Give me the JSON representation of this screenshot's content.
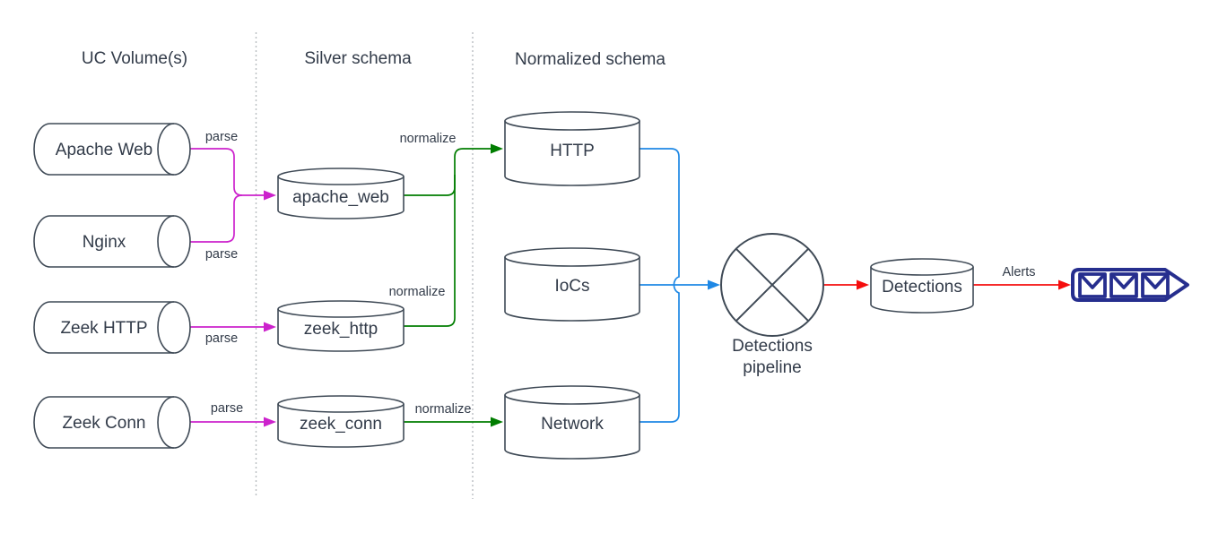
{
  "headers": {
    "sources": "UC Volume(s)",
    "silver": "Silver schema",
    "normalized": "Normalized schema"
  },
  "sources": {
    "apache": "Apache Web",
    "nginx": "Nginx",
    "zeek_http": "Zeek HTTP",
    "zeek_conn": "Zeek Conn"
  },
  "silver_tables": {
    "apache_web": "apache_web",
    "zeek_http": "zeek_http",
    "zeek_conn": "zeek_conn"
  },
  "normalized_tables": {
    "http": "HTTP",
    "iocs": "IoCs",
    "network": "Network"
  },
  "pipeline": {
    "line1": "Detections",
    "line2": "pipeline"
  },
  "stores": {
    "detections": "Detections"
  },
  "edge_labels": {
    "parse": "parse",
    "normalize": "normalize",
    "alerts": "Alerts"
  },
  "icons": {
    "alerts": "triple-envelope-notification-icon"
  },
  "edges": [
    {
      "from": "Apache Web",
      "to": "apache_web",
      "label": "parse",
      "color": "magenta"
    },
    {
      "from": "Nginx",
      "to": "apache_web",
      "label": "parse",
      "color": "magenta"
    },
    {
      "from": "Zeek HTTP",
      "to": "zeek_http",
      "label": "parse",
      "color": "magenta"
    },
    {
      "from": "Zeek Conn",
      "to": "zeek_conn",
      "label": "parse",
      "color": "magenta"
    },
    {
      "from": "apache_web",
      "to": "HTTP",
      "label": "normalize",
      "color": "green"
    },
    {
      "from": "zeek_http",
      "to": "HTTP",
      "label": "normalize",
      "color": "green"
    },
    {
      "from": "zeek_conn",
      "to": "Network",
      "label": "normalize",
      "color": "green"
    },
    {
      "from": "HTTP",
      "to": "Detections pipeline",
      "label": "",
      "color": "blue"
    },
    {
      "from": "IoCs",
      "to": "Detections pipeline",
      "label": "",
      "color": "blue"
    },
    {
      "from": "Network",
      "to": "Detections pipeline",
      "label": "",
      "color": "blue"
    },
    {
      "from": "Detections pipeline",
      "to": "Detections",
      "label": "",
      "color": "red"
    },
    {
      "from": "Detections",
      "to": "Alerts icon",
      "label": "Alerts",
      "color": "red"
    }
  ],
  "colors": {
    "magenta": "#cc22cc",
    "green": "#007d00",
    "blue": "#1e88e5",
    "red": "#f50d0d",
    "navy": "#262e8e",
    "stroke": "#3f4a56",
    "text": "#323b49",
    "separator": "#b9bdc1"
  }
}
